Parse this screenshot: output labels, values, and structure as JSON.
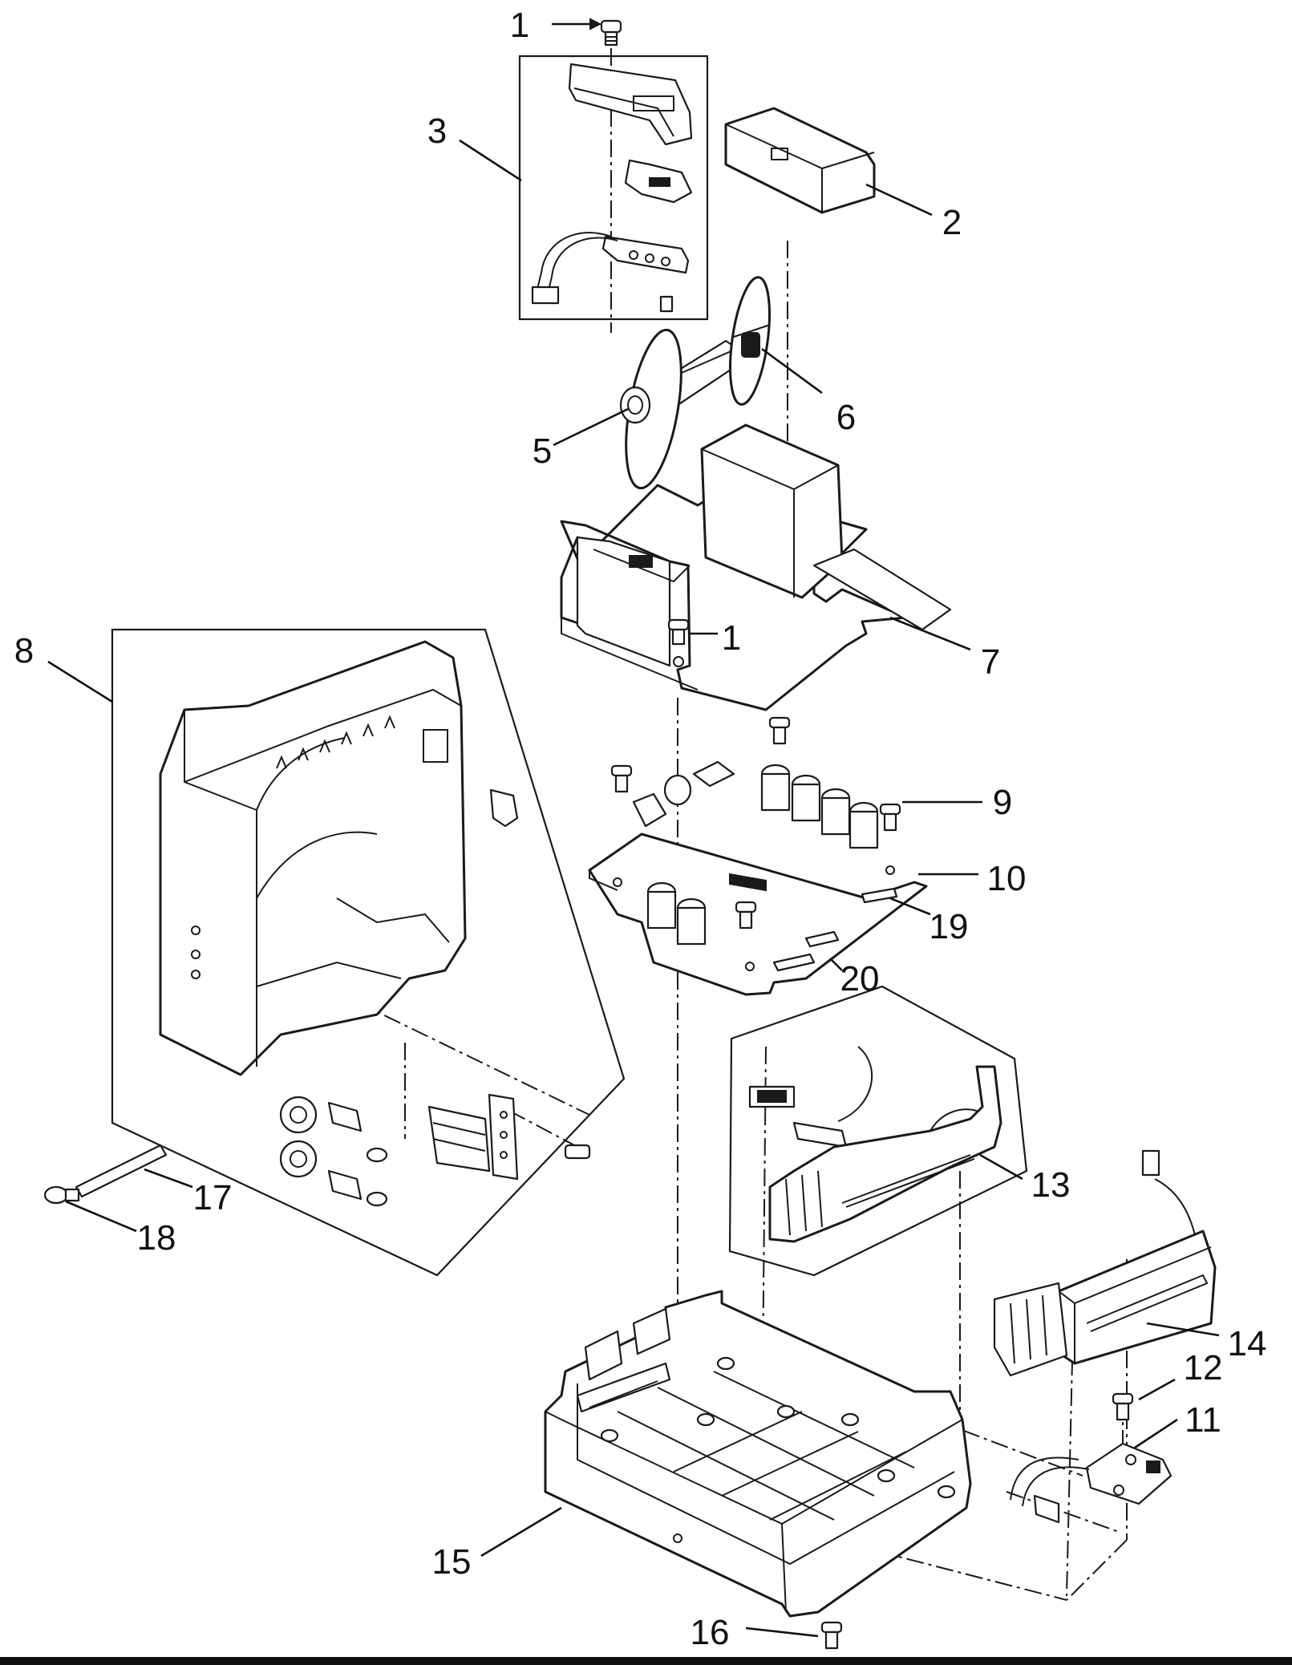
{
  "callouts": [
    {
      "id": "c1a",
      "label": "1"
    },
    {
      "id": "c1b",
      "label": "1"
    },
    {
      "id": "c2",
      "label": "2"
    },
    {
      "id": "c3",
      "label": "3"
    },
    {
      "id": "c5",
      "label": "5"
    },
    {
      "id": "c6",
      "label": "6"
    },
    {
      "id": "c7",
      "label": "7"
    },
    {
      "id": "c8",
      "label": "8"
    },
    {
      "id": "c9",
      "label": "9"
    },
    {
      "id": "c10",
      "label": "10"
    },
    {
      "id": "c11",
      "label": "11"
    },
    {
      "id": "c12",
      "label": "12"
    },
    {
      "id": "c13",
      "label": "13"
    },
    {
      "id": "c14",
      "label": "14"
    },
    {
      "id": "c15",
      "label": "15"
    },
    {
      "id": "c16",
      "label": "16"
    },
    {
      "id": "c17",
      "label": "17"
    },
    {
      "id": "c18",
      "label": "18"
    },
    {
      "id": "c19",
      "label": "19"
    },
    {
      "id": "c20",
      "label": "20"
    }
  ]
}
